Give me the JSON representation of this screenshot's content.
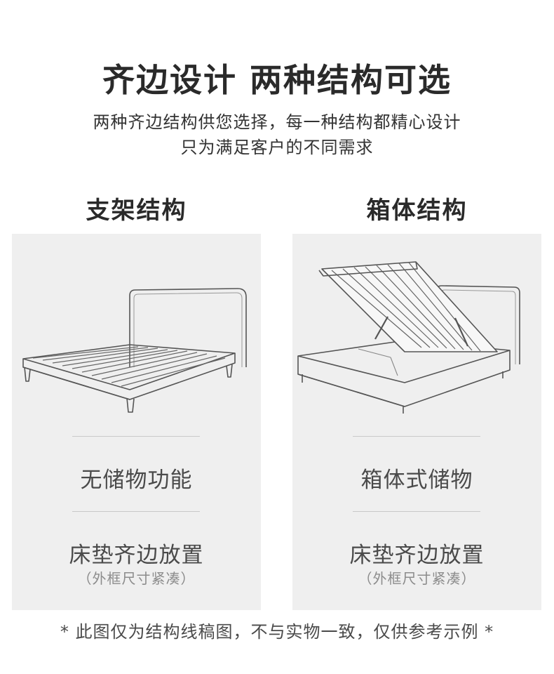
{
  "header": {
    "title": "齐边设计 两种结构可选",
    "subtitle_line1": "两种齐边结构供您选择，每一种结构都精心设计",
    "subtitle_line2": "只为满足客户的不同需求"
  },
  "options": [
    {
      "heading": "支架结构",
      "image_icon": "bed-frame-slats-icon",
      "feature": "无储物功能",
      "mattress": "床垫齐边放置",
      "mattress_note": "（外框尺寸紧凑）"
    },
    {
      "heading": "箱体结构",
      "image_icon": "storage-box-bed-icon",
      "feature": "箱体式储物",
      "mattress": "床垫齐边放置",
      "mattress_note": "（外框尺寸紧凑）"
    }
  ],
  "footer": {
    "disclaimer": "* 此图仅为结构线稿图，不与实物一致，仅供参考示例 *"
  },
  "colors": {
    "panel_bg": "#efefef",
    "title": "#2a2a2a",
    "feature_text": "#4a4a4a",
    "note_text": "#8c8c8c"
  }
}
